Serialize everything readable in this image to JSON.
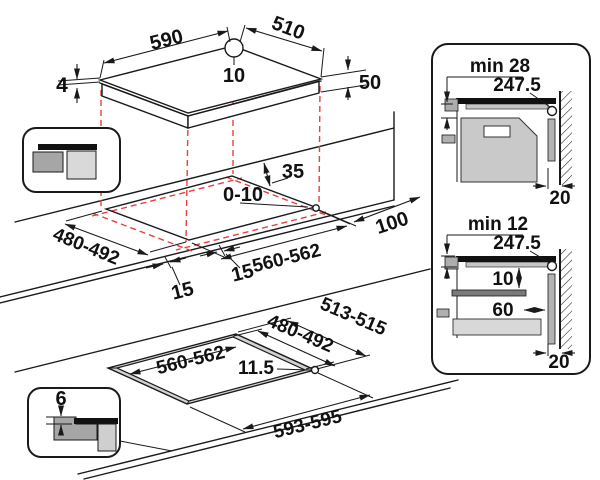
{
  "hob": {
    "width": "590",
    "depth": "510",
    "hole": "10",
    "glass_thickness": "4",
    "body_height": "50"
  },
  "cutout_top": {
    "rear_clearance": "35",
    "edge_gap": "0-10",
    "side_clearance": "100",
    "depth": "480-492",
    "width": "560-562",
    "offset_left": "15",
    "offset_right": "15"
  },
  "cutout_flush": {
    "recess_depth": "6",
    "outer_depth": "513-515",
    "inner_depth": "480-492",
    "inner_width": "560-562",
    "ledge": "11.5",
    "outer_width": "593-595"
  },
  "section_top": {
    "min_clearance": "min 28",
    "center_distance": "247.5",
    "wall_gap": "20"
  },
  "section_bottom": {
    "min_clearance": "min 12",
    "center_distance": "247.5",
    "shelf_gap": "10",
    "inset": "60",
    "wall_gap": "20"
  },
  "colors": {
    "ink": "#1a1a1a",
    "red": "#e8413c",
    "gray_dark": "#7a7a7a",
    "gray_mid": "#b3b3b3",
    "gray_light": "#d8d8d8",
    "black": "#111111"
  }
}
